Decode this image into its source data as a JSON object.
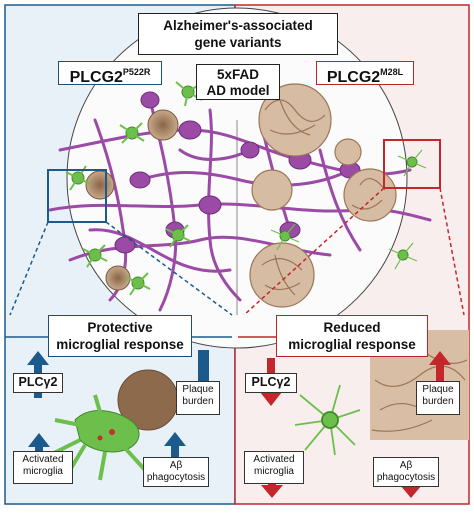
{
  "header": {
    "title_line1": "Alzheimer's-associated",
    "title_line2": "gene variants",
    "model_line1": "5xFAD",
    "model_line2": "AD model"
  },
  "left": {
    "gene_base": "PLCG2",
    "gene_variant": "P522R",
    "response_line1": "Protective",
    "response_line2": "microglial response",
    "plc_label": "PLCγ2",
    "plaque_line1": "Plaque",
    "plaque_line2": "burden",
    "microglia_line1": "Activated",
    "microglia_line2": "microglia",
    "phago_line1": "Aβ",
    "phago_line2": "phagocytosis"
  },
  "right": {
    "gene_base": "PLCG2",
    "gene_variant": "M28L",
    "response_line1": "Reduced",
    "response_line2": "microglial response",
    "plc_label": "PLCγ2",
    "plaque_line1": "Plaque",
    "plaque_line2": "burden",
    "microglia_line1": "Activated",
    "microglia_line2": "microglia",
    "phago_line1": "Aβ",
    "phago_line2": "phagocytosis"
  },
  "colors": {
    "protective_blue": "#1d5a8c",
    "reduced_red": "#c3272b",
    "left_panel_bg": "#e9f1f8",
    "right_panel_bg": "#f8eeee",
    "neuron_purple": "#9b4aa6",
    "microglia_green": "#6dbf4b",
    "plaque_brown": "#a47c5b"
  },
  "icons": [
    "neuron-icon",
    "microglia-icon",
    "amyloid-plaque-icon",
    "up-arrow-icon",
    "down-arrow-icon"
  ]
}
